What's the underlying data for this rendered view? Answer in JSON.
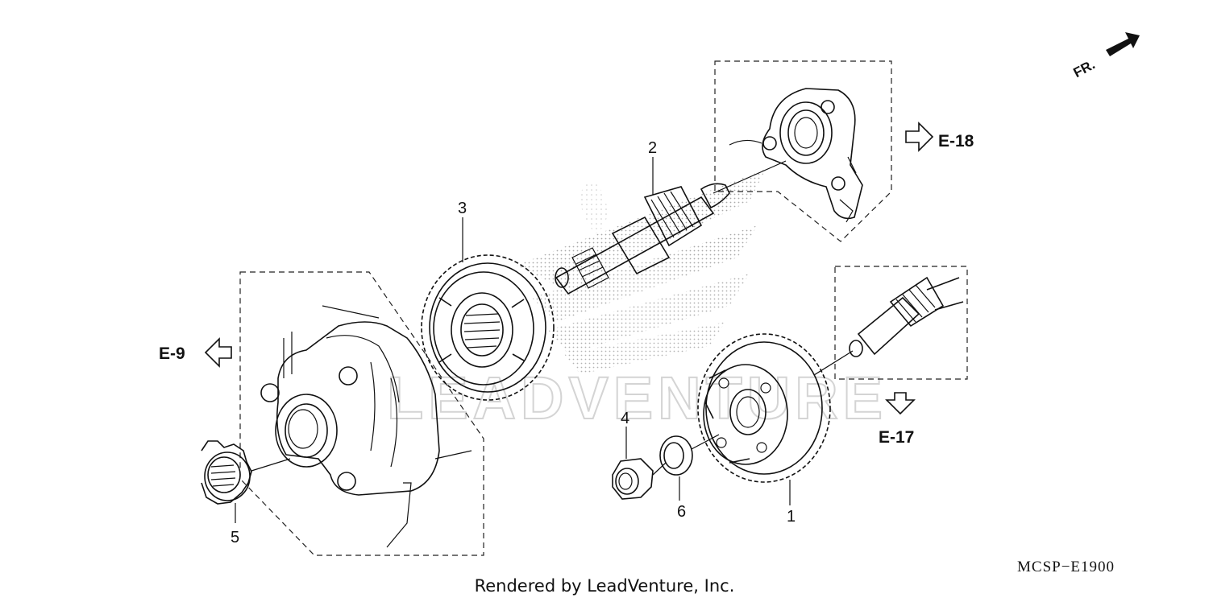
{
  "diagram": {
    "code": "MCSP−E1900",
    "footer": "Rendered by LeadVenture, Inc.",
    "watermark": "LEADVENTURE",
    "front_indicator": "FR.",
    "callouts": [
      "1",
      "2",
      "3",
      "4",
      "5",
      "6"
    ],
    "references": {
      "left": "E-9",
      "upper_right": "E-18",
      "lower_right": "E-17"
    }
  }
}
